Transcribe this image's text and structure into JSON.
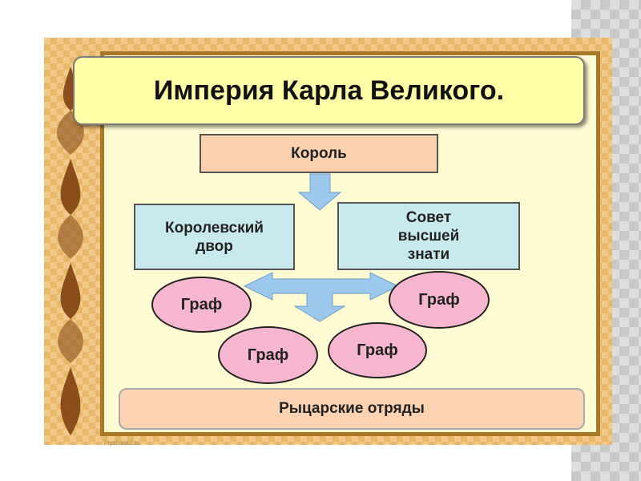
{
  "title": "Империя Карла Великого.",
  "nodes": {
    "king": "Король",
    "royal_court": "Королевский двор",
    "council": "Совет высшей знати",
    "counts": [
      "Граф",
      "Граф",
      "Граф",
      "Граф"
    ],
    "knights": "Рыцарские отряды"
  },
  "watermark": "myshared.ru",
  "colors": {
    "title_bg": "#ffffa8",
    "king_bg": "#fcd1b0",
    "court_bg": "#c9eaec",
    "count_bg": "#f7b6cf",
    "arrow": "#9cc8ec",
    "frame": "#f1c98a",
    "inner_bg": "#fffcd4"
  }
}
